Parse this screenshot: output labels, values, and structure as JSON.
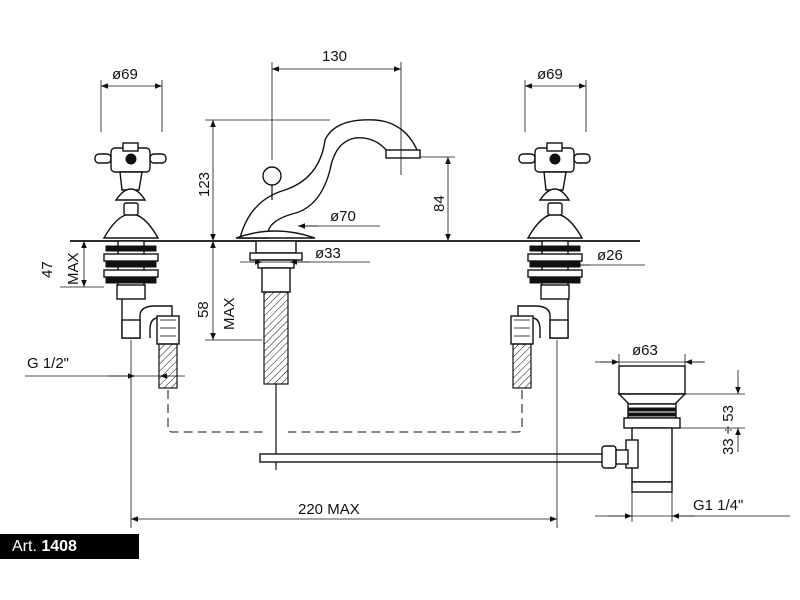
{
  "article": {
    "prefix": "Art.",
    "number": "1408"
  },
  "dimensions": {
    "handle_left_diameter": "ø69",
    "handle_right_diameter": "ø69",
    "spout_spacing": "130",
    "spout_height": "123",
    "spout_outlet_height": "84",
    "spout_base_diameter": "ø70",
    "spout_shank_diameter": "ø33",
    "valve_shank_diameter": "ø26",
    "deck_thickness_left": "47",
    "deck_thickness_left_max": "MAX",
    "spout_shank_length": "58",
    "spout_shank_length_max": "MAX",
    "inlet_thread": "G  1/2\"",
    "overall_width": "220  MAX",
    "waste_flange_diameter": "ø63",
    "waste_range": "33 ÷ 53",
    "waste_thread": "G1  1/4\""
  },
  "icons": [
    "cross-handle-icon",
    "spout-icon",
    "pop-up-waste-icon"
  ]
}
